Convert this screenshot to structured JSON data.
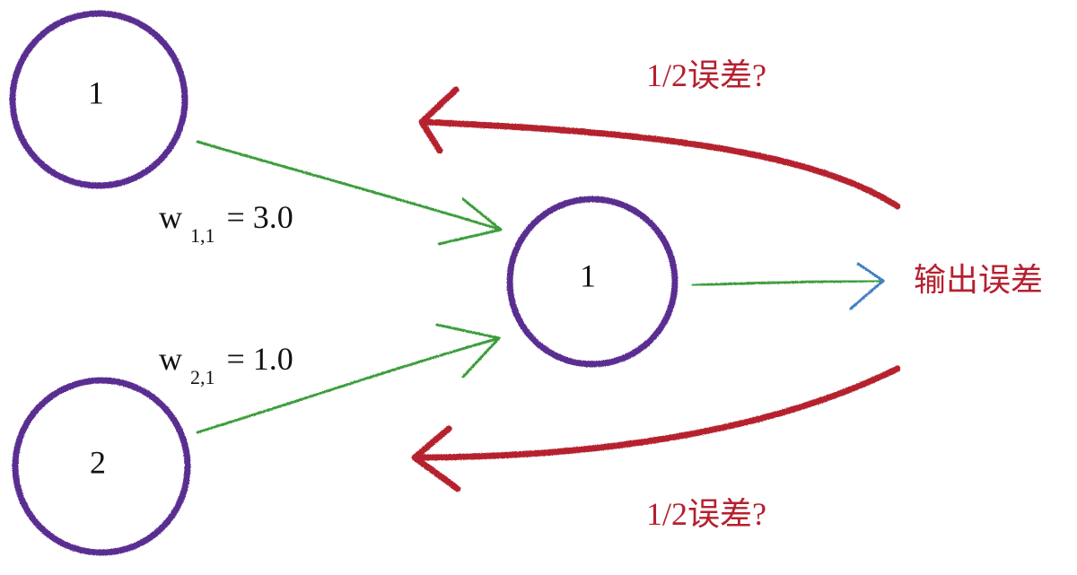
{
  "colors": {
    "node": "#5a2d91",
    "forward_link": "#3a9d3a",
    "output_arrow_head": "#3f7fc4",
    "error": "#b5202f",
    "text": "#111111"
  },
  "nodes": {
    "input_1": {
      "label": "1"
    },
    "input_2": {
      "label": "2"
    },
    "output_1": {
      "label": "1"
    }
  },
  "weights": {
    "w11": {
      "symbol": "w",
      "subscript": "1,1",
      "value": "= 3.0"
    },
    "w21": {
      "symbol": "w",
      "subscript": "2,1",
      "value": "= 1.0"
    }
  },
  "errors": {
    "output_label": "输出误差",
    "top_split_label": "1/2误差?",
    "bottom_split_label": "1/2误差?"
  }
}
